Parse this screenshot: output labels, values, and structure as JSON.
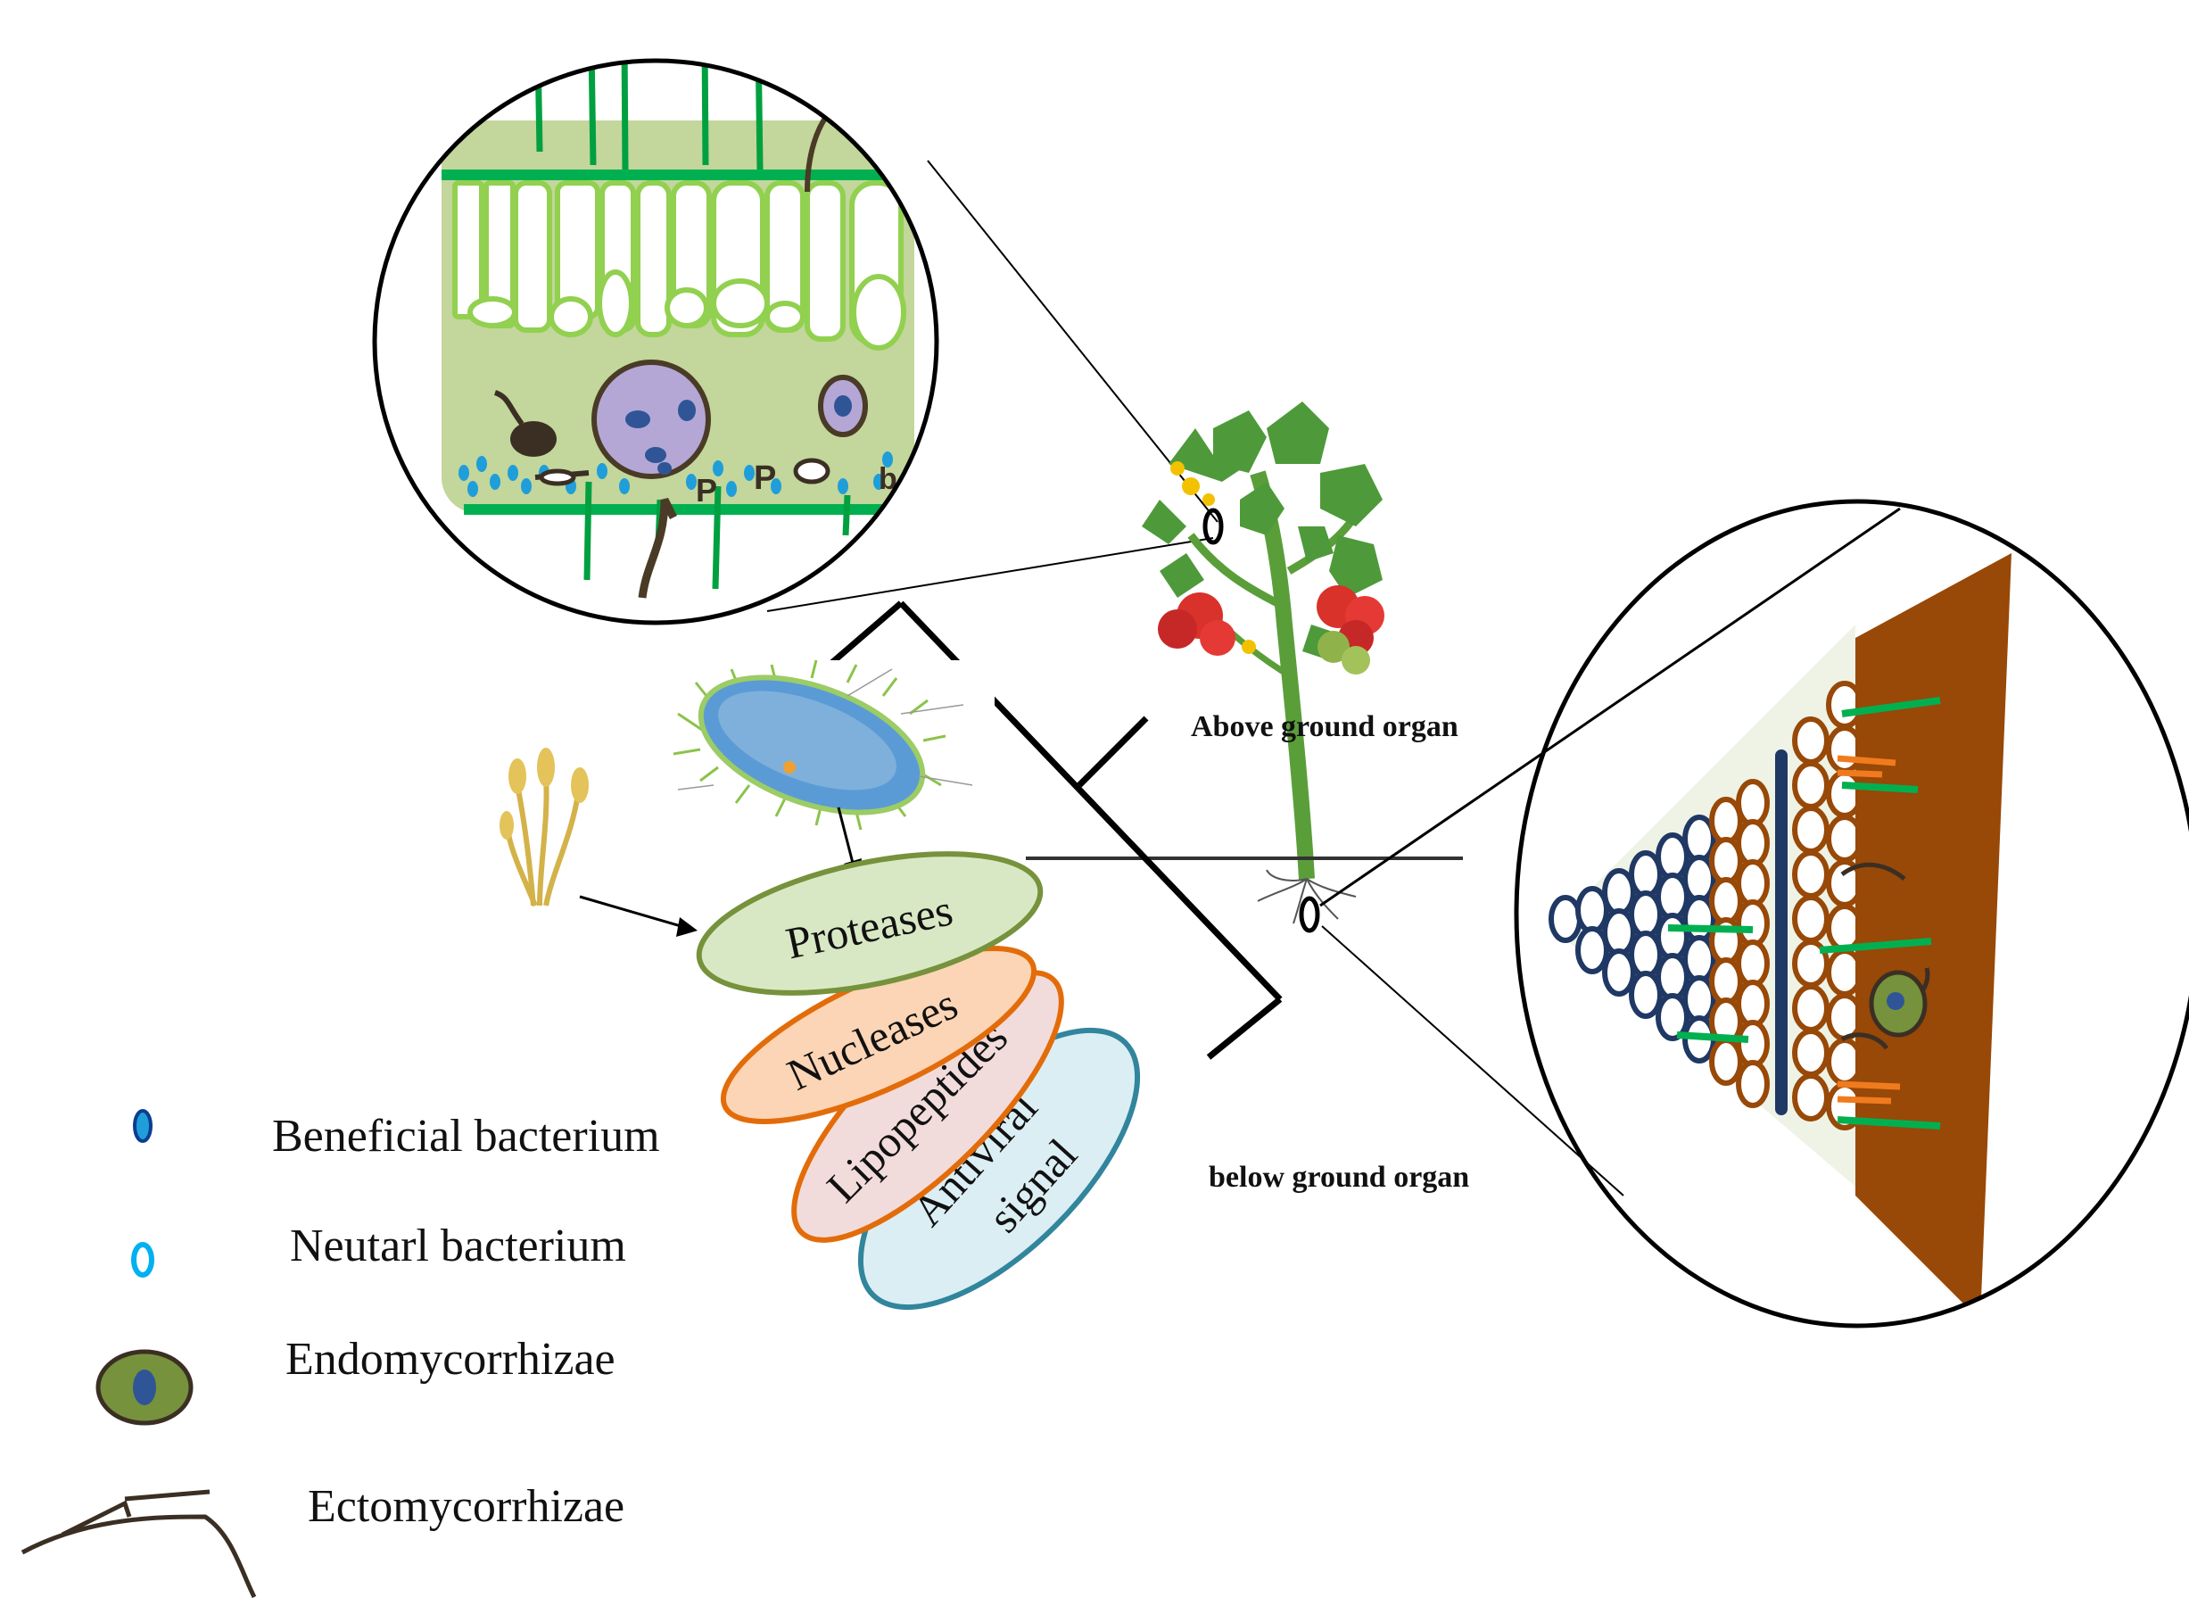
{
  "organs": {
    "above": "Above ground organ",
    "below": "below ground organ"
  },
  "mechanisms": [
    {
      "label": "Proteases"
    },
    {
      "label": "Nucleases"
    },
    {
      "label": "Lipopeptides"
    },
    {
      "label_line1": "Antiviral",
      "label_line2": "signal"
    }
  ],
  "leaf_labels": {
    "p1": "P",
    "p2": "P",
    "b": "b"
  },
  "legend": [
    {
      "label": "Beneficial bacterium",
      "icon": "beneficial-bacterium-icon"
    },
    {
      "label": "Neutarl bacterium",
      "icon": "neutral-bacterium-icon"
    },
    {
      "label": "Endomycorrhizae",
      "icon": "endomycorrhizae-icon"
    },
    {
      "label": "Ectomycorrhizae",
      "icon": "ectomycorrhizae-icon"
    }
  ],
  "colors": {
    "protease_fill": "#d9e8c4",
    "protease_stroke": "#76923c",
    "nuclease_fill": "#fbd5b5",
    "nuclease_stroke": "#e36c0a",
    "lipopeptide_fill": "#f2dcdb",
    "lipopeptide_stroke": "#e36c0a",
    "antiviral_fill": "#dbeef4",
    "antiviral_stroke": "#31859c",
    "leaf_bg": "#c3d69b",
    "leaf_cell": "#92d050",
    "vein": "#00b050",
    "beneficial": "#1f9ed9",
    "neutral": "#00b0f0",
    "endo_fill": "#76923c",
    "root_brown": "#984807",
    "root_blue": "#1f3864"
  }
}
